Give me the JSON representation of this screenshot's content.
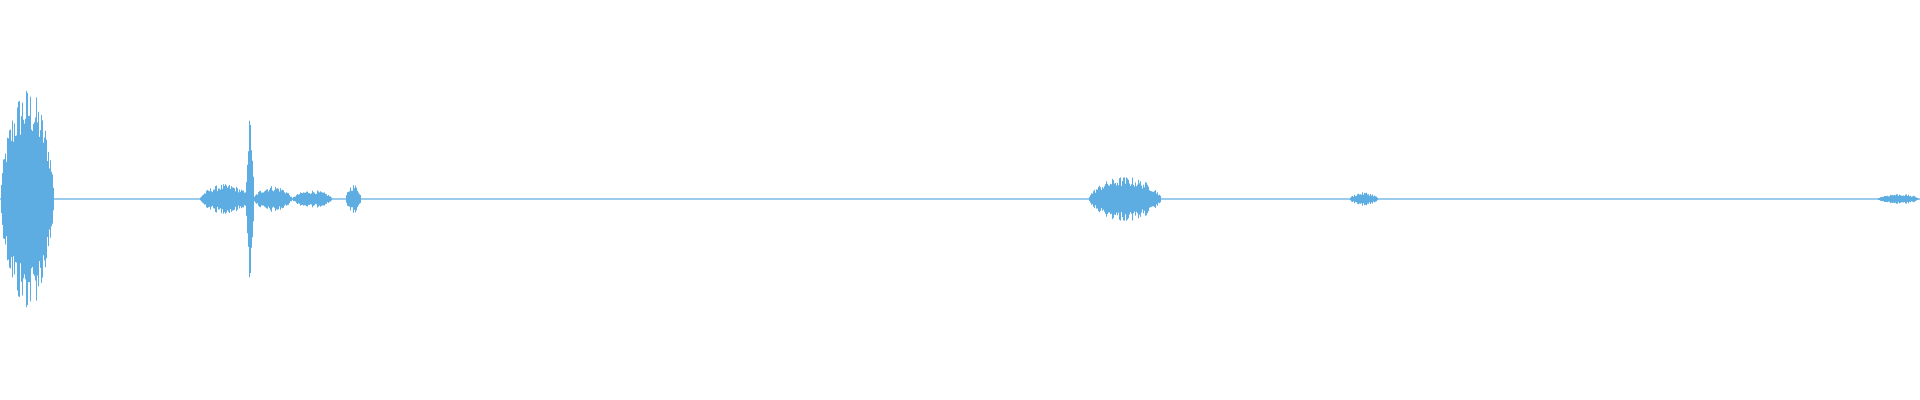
{
  "waveform": {
    "color": "#5dade2",
    "background": "#ffffff",
    "duration_s": 1.0,
    "max_amplitude": 1.0,
    "segments": [
      {
        "start": 0.0,
        "end": 0.028,
        "peak": 0.75
      },
      {
        "start": 0.104,
        "end": 0.13,
        "peak": 0.1
      },
      {
        "start": 0.128,
        "end": 0.132,
        "peak": 0.55
      },
      {
        "start": 0.132,
        "end": 0.152,
        "peak": 0.09
      },
      {
        "start": 0.152,
        "end": 0.173,
        "peak": 0.06
      },
      {
        "start": 0.18,
        "end": 0.188,
        "peak": 0.1
      },
      {
        "start": 0.567,
        "end": 0.605,
        "peak": 0.15
      },
      {
        "start": 0.703,
        "end": 0.718,
        "peak": 0.045
      },
      {
        "start": 0.978,
        "end": 1.0,
        "peak": 0.035
      }
    ],
    "noise_floor": 0.004
  }
}
